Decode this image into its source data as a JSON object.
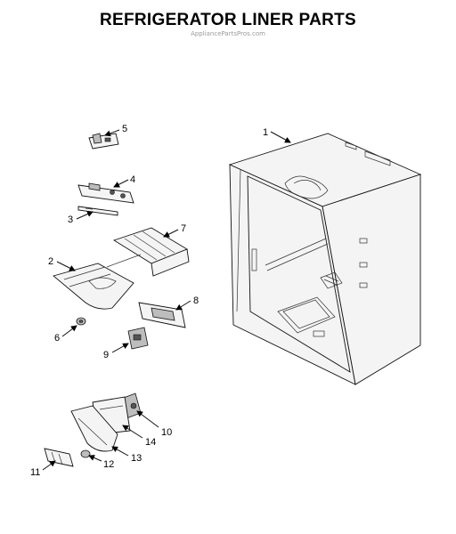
{
  "header": {
    "title": "REFRIGERATOR LINER PARTS",
    "watermark": "AppliancePartsPros.com"
  },
  "callouts": {
    "c1": "1",
    "c2": "2",
    "c3": "3",
    "c4": "4",
    "c5": "5",
    "c6": "6",
    "c7": "7",
    "c8": "8",
    "c9": "9",
    "c10": "10",
    "c11": "11",
    "c12": "12",
    "c13": "13",
    "c14": "14"
  }
}
